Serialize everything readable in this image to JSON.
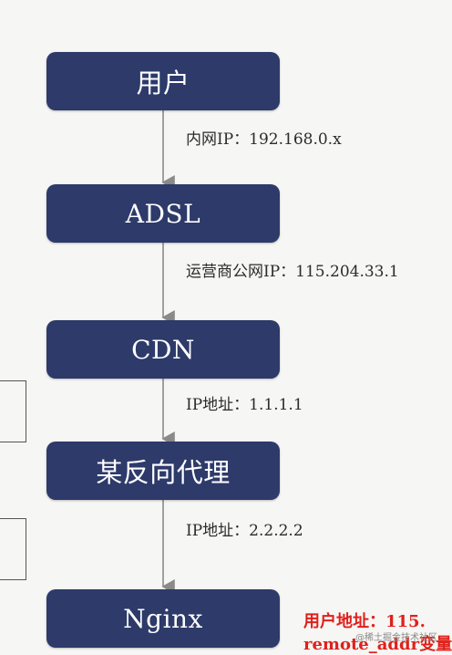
{
  "diagram": {
    "nodes": [
      {
        "id": "user",
        "label": "用户"
      },
      {
        "id": "adsl",
        "label": "ADSL"
      },
      {
        "id": "cdn",
        "label": "CDN"
      },
      {
        "id": "proxy",
        "label": "某反向代理"
      },
      {
        "id": "nginx",
        "label": "Nginx"
      }
    ],
    "edges": [
      {
        "from": "user",
        "to": "adsl",
        "label": "内网IP：192.168.0.x"
      },
      {
        "from": "adsl",
        "to": "cdn",
        "label": "运营商公网IP：115.204.33.1"
      },
      {
        "from": "cdn",
        "to": "proxy",
        "label": "IP地址：1.1.1.1"
      },
      {
        "from": "proxy",
        "to": "nginx",
        "label": "IP地址：2.2.2.2"
      }
    ],
    "annotation": {
      "line1": "用户地址：115.",
      "line2": "remote_addr变量"
    },
    "watermark": "@稀土掘金技术社区",
    "colors": {
      "node_fill": "#2d3a6a",
      "arrow": "#8a8a8a",
      "annotation": "#e0201b"
    }
  }
}
